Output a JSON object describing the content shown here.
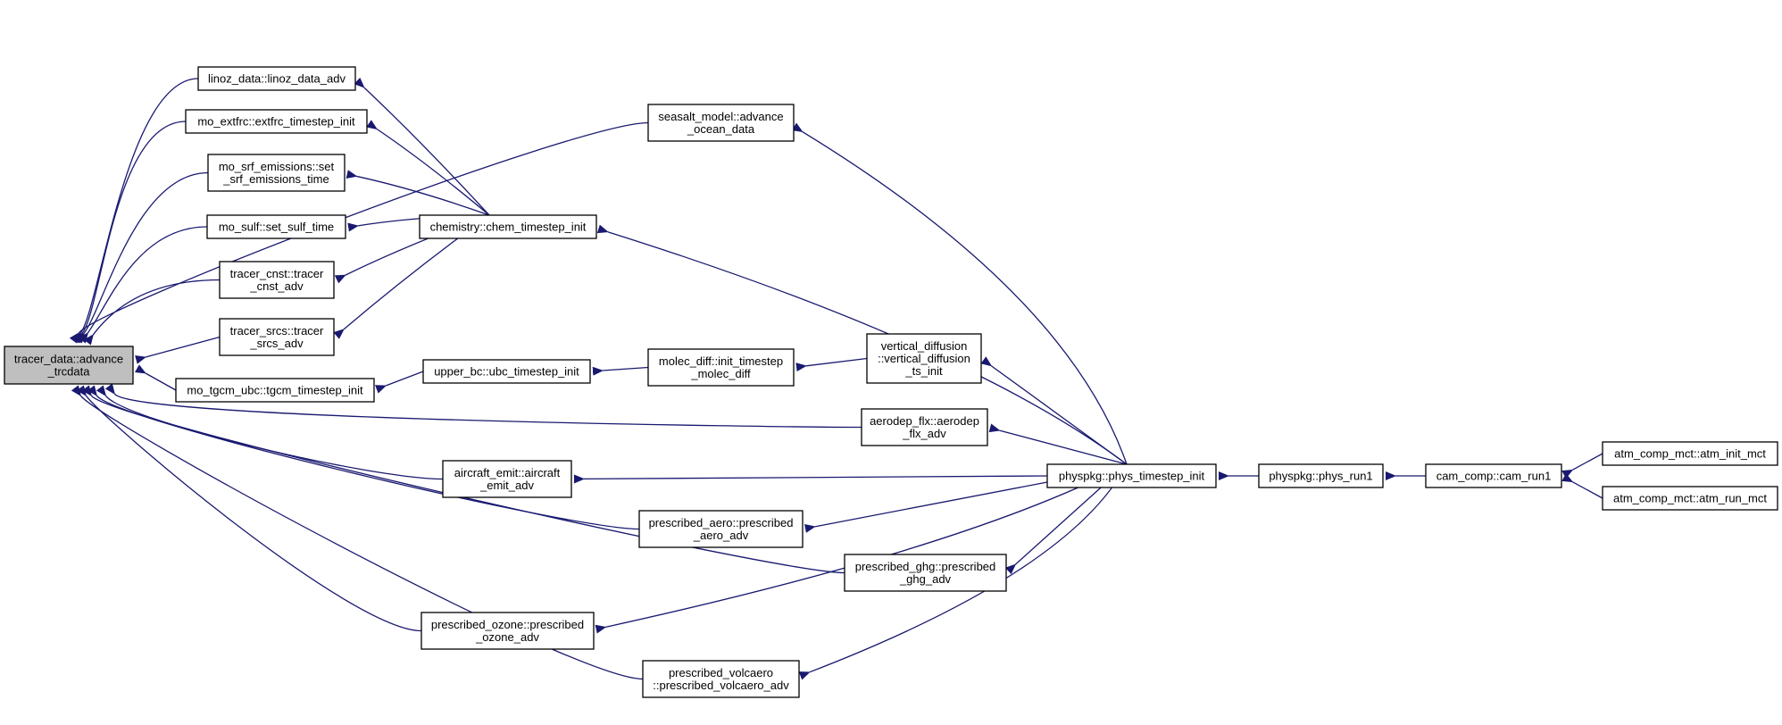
{
  "colors": {
    "edge": "#191970",
    "root_fill": "#bfbfbf",
    "node_fill": "#ffffff",
    "node_border": "#000000"
  },
  "nodes": {
    "root": {
      "lines": [
        "tracer_data::advance",
        "_trcdata"
      ]
    },
    "linoz": {
      "lines": [
        "linoz_data::linoz_data_adv"
      ]
    },
    "extfrc": {
      "lines": [
        "mo_extfrc::extfrc_timestep_init"
      ]
    },
    "srf": {
      "lines": [
        "mo_srf_emissions::set",
        "_srf_emissions_time"
      ]
    },
    "sulf": {
      "lines": [
        "mo_sulf::set_sulf_time"
      ]
    },
    "cnst": {
      "lines": [
        "tracer_cnst::tracer",
        "_cnst_adv"
      ]
    },
    "srcs": {
      "lines": [
        "tracer_srcs::tracer",
        "_srcs_adv"
      ]
    },
    "tgcm": {
      "lines": [
        "mo_tgcm_ubc::tgcm_timestep_init"
      ]
    },
    "seasalt": {
      "lines": [
        "seasalt_model::advance",
        "_ocean_data"
      ]
    },
    "chem": {
      "lines": [
        "chemistry::chem_timestep_init"
      ]
    },
    "ubc": {
      "lines": [
        "upper_bc::ubc_timestep_init"
      ]
    },
    "molec": {
      "lines": [
        "molec_diff::init_timestep",
        "_molec_diff"
      ]
    },
    "vdiff": {
      "lines": [
        "vertical_diffusion",
        "::vertical_diffusion",
        "_ts_init"
      ]
    },
    "aerodep": {
      "lines": [
        "aerodep_flx::aerodep",
        "_flx_adv"
      ]
    },
    "aircraft": {
      "lines": [
        "aircraft_emit::aircraft",
        "_emit_adv"
      ]
    },
    "aero": {
      "lines": [
        "prescribed_aero::prescribed",
        "_aero_adv"
      ]
    },
    "ghg": {
      "lines": [
        "prescribed_ghg::prescribed",
        "_ghg_adv"
      ]
    },
    "ozone": {
      "lines": [
        "prescribed_ozone::prescribed",
        "_ozone_adv"
      ]
    },
    "volc": {
      "lines": [
        "prescribed_volcaero",
        "::prescribed_volcaero_adv"
      ]
    },
    "phys_ts": {
      "lines": [
        "physpkg::phys_timestep_init"
      ]
    },
    "phys_run1": {
      "lines": [
        "physpkg::phys_run1"
      ]
    },
    "cam_run1": {
      "lines": [
        "cam_comp::cam_run1"
      ]
    },
    "atm_init": {
      "lines": [
        "atm_comp_mct::atm_init_mct"
      ]
    },
    "atm_run": {
      "lines": [
        "atm_comp_mct::atm_run_mct"
      ]
    }
  },
  "edges": [
    [
      "linoz",
      "root"
    ],
    [
      "extfrc",
      "root"
    ],
    [
      "srf",
      "root"
    ],
    [
      "sulf",
      "root"
    ],
    [
      "cnst",
      "root"
    ],
    [
      "srcs",
      "root"
    ],
    [
      "tgcm",
      "root"
    ],
    [
      "seasalt",
      "root"
    ],
    [
      "aerodep",
      "root"
    ],
    [
      "aircraft",
      "root"
    ],
    [
      "aero",
      "root"
    ],
    [
      "ghg",
      "root"
    ],
    [
      "ozone",
      "root"
    ],
    [
      "volc",
      "root"
    ],
    [
      "chem",
      "linoz"
    ],
    [
      "chem",
      "extfrc"
    ],
    [
      "chem",
      "srf"
    ],
    [
      "chem",
      "sulf"
    ],
    [
      "chem",
      "cnst"
    ],
    [
      "chem",
      "srcs"
    ],
    [
      "ubc",
      "tgcm"
    ],
    [
      "molec",
      "ubc"
    ],
    [
      "vdiff",
      "molec"
    ],
    [
      "phys_ts",
      "seasalt"
    ],
    [
      "phys_ts",
      "chem"
    ],
    [
      "phys_ts",
      "vdiff"
    ],
    [
      "phys_ts",
      "aerodep"
    ],
    [
      "phys_ts",
      "aircraft"
    ],
    [
      "phys_ts",
      "aero"
    ],
    [
      "phys_ts",
      "ghg"
    ],
    [
      "phys_ts",
      "ozone"
    ],
    [
      "phys_ts",
      "volc"
    ],
    [
      "phys_run1",
      "phys_ts"
    ],
    [
      "cam_run1",
      "phys_run1"
    ],
    [
      "atm_init",
      "cam_run1"
    ],
    [
      "atm_run",
      "cam_run1"
    ]
  ]
}
